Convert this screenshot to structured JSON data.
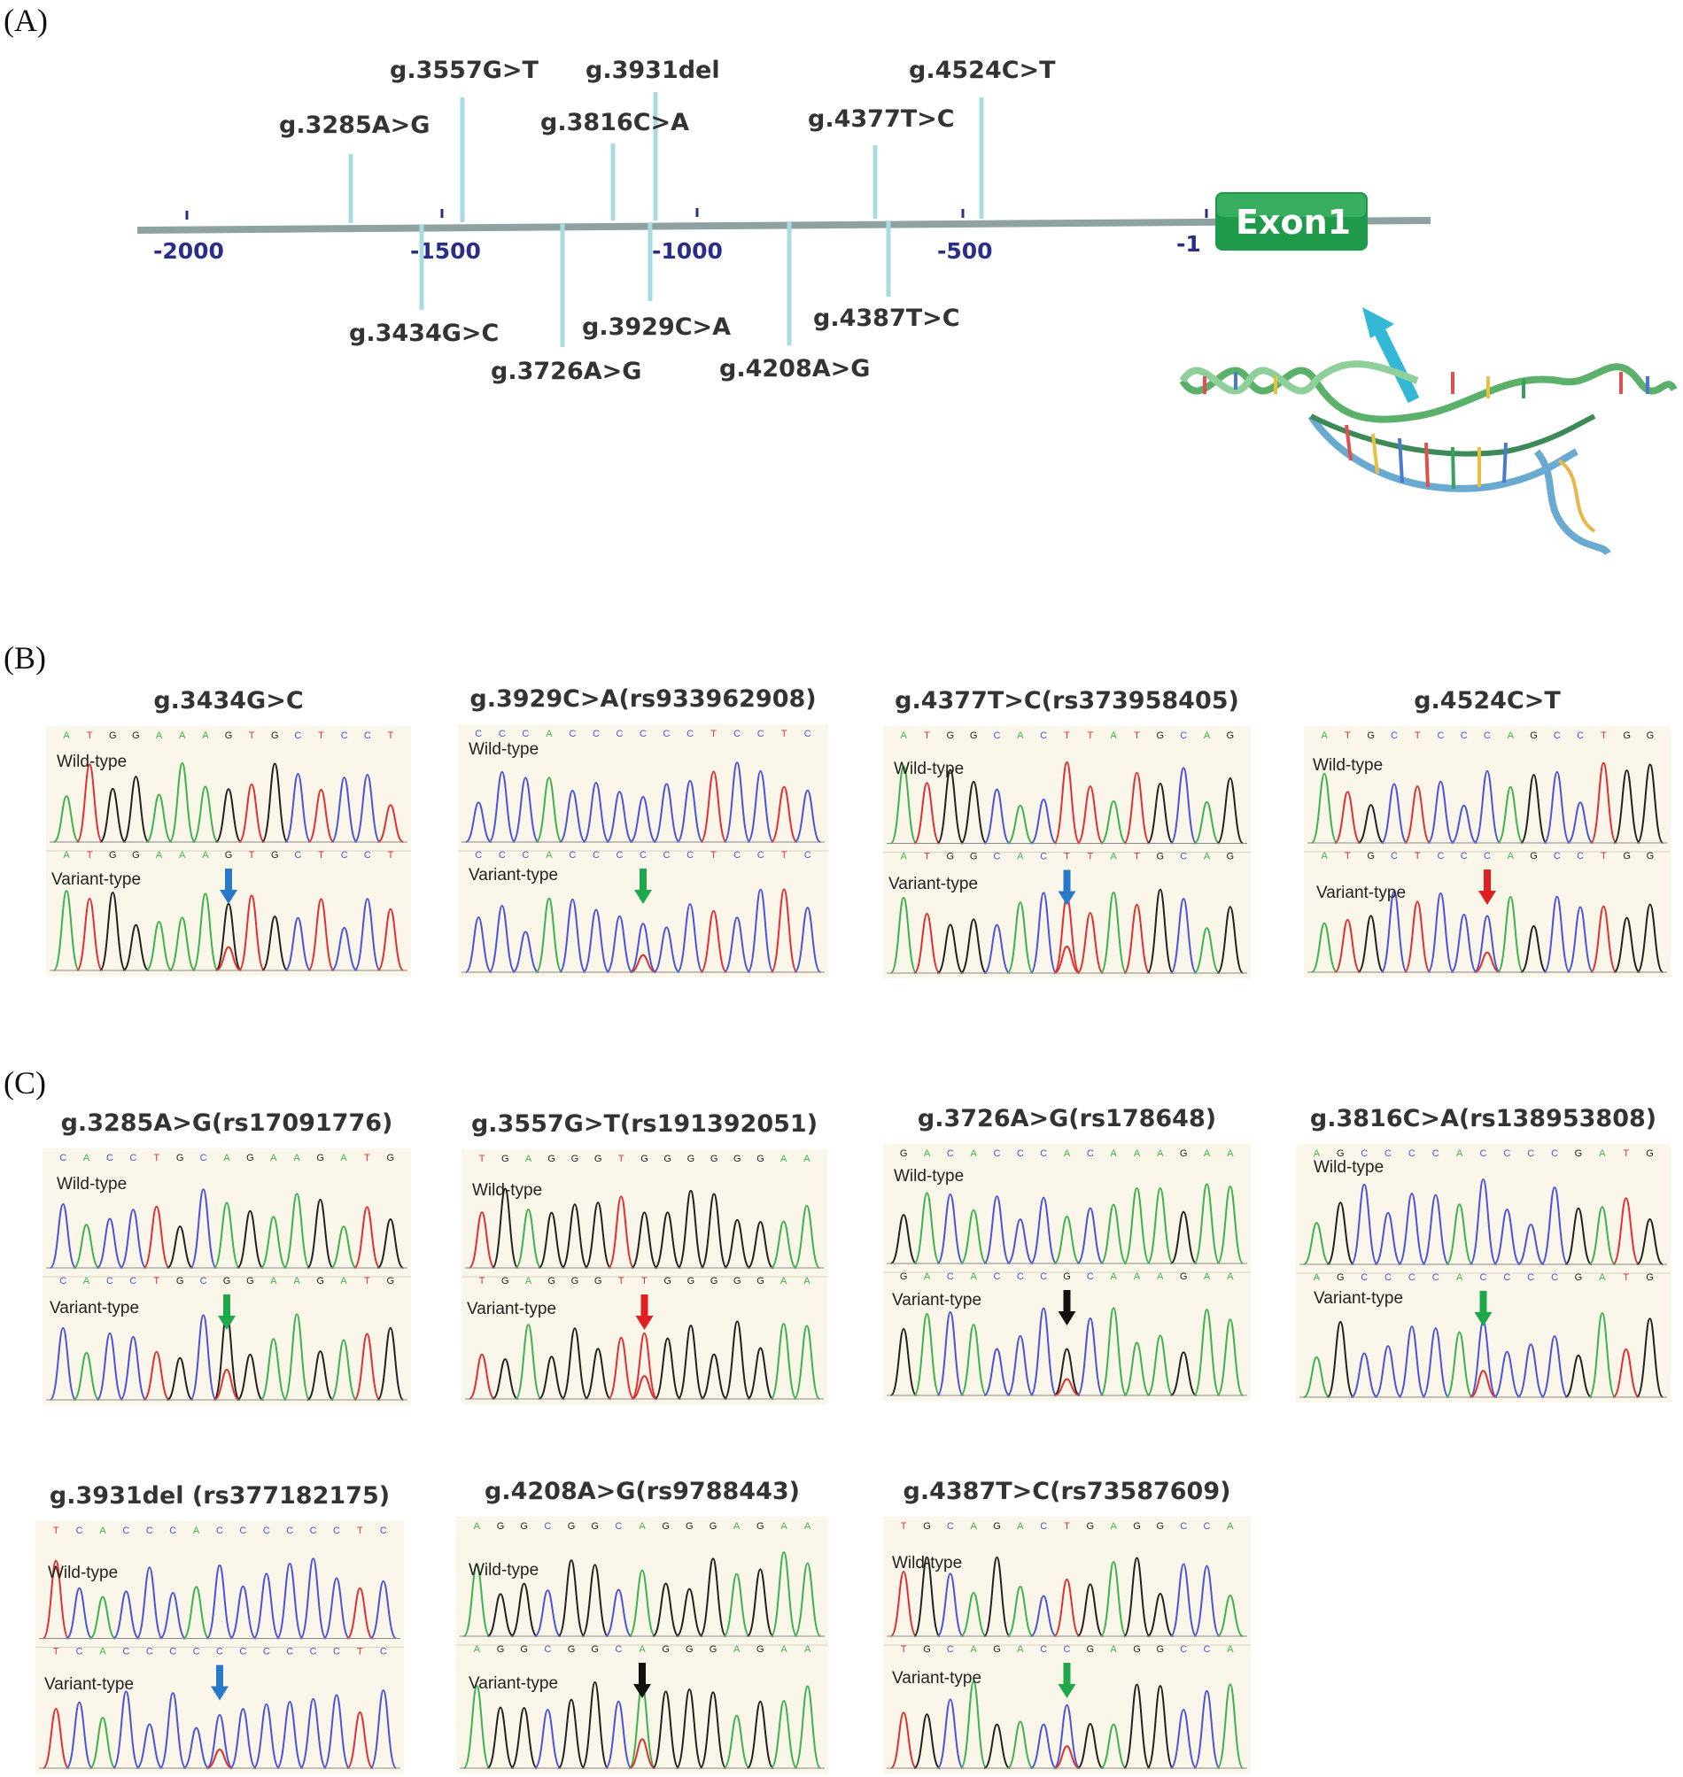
{
  "panels": {
    "a": "(A)",
    "b": "(B)",
    "c": "(C)"
  },
  "promoter_map": {
    "exon_label": "Exon1",
    "ticks": [
      "-2000",
      "-1500",
      "-1000",
      "-500",
      "-1"
    ],
    "variants_above": [
      "g.3285A>G",
      "g.3557G>T",
      "g.3931del",
      "g.3816C>A",
      "g.4377T>C",
      "g.4524C>T"
    ],
    "variants_below": [
      "g.3434G>C",
      "g.3726A>G",
      "g.3929C>A",
      "g.4208A>G",
      "g.4387T>C"
    ]
  },
  "chromatograms": [
    {
      "title": "g.3434G>C",
      "wt_seq": "ATGGAAAGTGCTCCT",
      "var_seq": "ATGGAAAGTGCTCCT",
      "wild_label": "Wild-type",
      "variant_label": "Variant-type",
      "arrow": "blue"
    },
    {
      "title": "g.3929C>A(rs933962908)",
      "wt_seq": "CCCACCCCCCTCCTC",
      "var_seq": "CCCACCCCCCTCCTC",
      "wild_label": "Wild-type",
      "variant_label": "Variant-type",
      "arrow": "green"
    },
    {
      "title": "g.4377T>C(rs373958405)",
      "wt_seq": "ATGGCACTTATGCAG",
      "var_seq": "ATGGCACTTATGCAG",
      "wild_label": "Wild-type",
      "variant_label": "Variant-type",
      "arrow": "blue"
    },
    {
      "title": "g.4524C>T",
      "wt_seq": "ATGCTCCCAGCCTGG",
      "var_seq": "ATGCTCCCAGCCTGG",
      "wild_label": "Wild-type",
      "variant_label": "Variant-type",
      "arrow": "red"
    },
    {
      "title": "g.3285A>G(rs17091776)",
      "wt_seq": "CACCTGCAGAAGATG",
      "var_seq": "CACCTGCGGAAGATG",
      "wild_label": "Wild-type",
      "variant_label": "Variant-type",
      "arrow": "green"
    },
    {
      "title": "g.3557G>T(rs191392051)",
      "wt_seq": "TGAGGGTGGGGGGAA",
      "var_seq": "TGAGGGTTGGGGGAA",
      "wild_label": "Wild-type",
      "variant_label": "Variant-type",
      "arrow": "red"
    },
    {
      "title": "g.3726A>G(rs178648)",
      "wt_seq": "GACACCCACAAAGAA",
      "var_seq": "GACACCCGCAAAGAA",
      "wild_label": "Wild-type",
      "variant_label": "Variant-type",
      "arrow": "black"
    },
    {
      "title": "g.3816C>A(rs138953808)",
      "wt_seq": "AGCCCCACCCCGATG",
      "var_seq": "AGCCCCACCCCGATG",
      "wild_label": "Wild-type",
      "variant_label": "Variant-type",
      "arrow": "green"
    },
    {
      "title": "g.3931del  (rs377182175)",
      "wt_seq": "TCACCCACCCCCCTC",
      "var_seq": "TCACCCCCCCCCCTC",
      "wild_label": "Wild-type",
      "variant_label": "Variant-type",
      "arrow": "blue"
    },
    {
      "title": "g.4208A>G(rs9788443)",
      "wt_seq": "AGGCGGCAGGGAGAA",
      "var_seq": "AGGCGGCAGGGAGAA",
      "wild_label": "Wild-type",
      "variant_label": "Variant-type",
      "arrow": "black"
    },
    {
      "title": "g.4387T>C(rs73587609)",
      "wt_seq": "TGCAGACTGAGGCCA",
      "var_seq": "TGCAGACCGAGGCCA",
      "wild_label": "Wild-type",
      "variant_label": "Variant-type",
      "arrow": "green"
    }
  ],
  "colors": {
    "A": "#3cb44b",
    "C": "#4a55d8",
    "G": "#222222",
    "T": "#e03030",
    "arrow_blue": "#2a78c8",
    "arrow_green": "#1fa84a",
    "arrow_red": "#e02020",
    "arrow_black": "#111111",
    "exon": "#1f9a4a",
    "line": "#8ea3a1",
    "marker": "#a9dbe3",
    "tick": "#2a2d8a",
    "dna_arrow": "#33b8d6"
  }
}
